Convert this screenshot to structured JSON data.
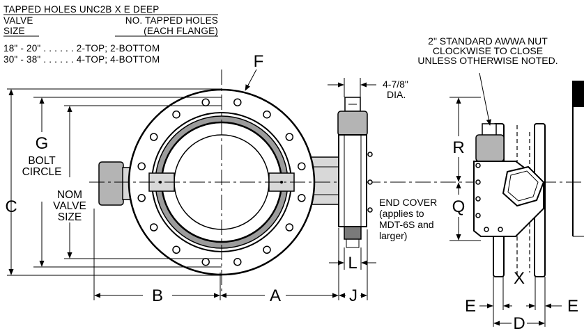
{
  "table": {
    "title": "TAPPED HOLES UNC2B X E DEEP",
    "col1_line1": "VALVE",
    "col1_line2": "SIZE",
    "col2_line1": "NO. TAPPED HOLES",
    "col2_line2": "(EACH FLANGE)",
    "rows": [
      "18\" - 20\" . . . . . . 2-TOP; 2-BOTTOM",
      "30\" - 38\" . . . . . . 4-TOP; 4-BOTTOM"
    ]
  },
  "labels": {
    "F": "F",
    "G": "G",
    "bolt": "BOLT",
    "circle": "CIRCLE",
    "C": "C",
    "nom": "NOM",
    "valve": "VALVE",
    "size": "SIZE",
    "B": "B",
    "A": "A",
    "J": "J",
    "L": "L",
    "R": "R",
    "Q": "Q",
    "X": "X",
    "D": "D",
    "E_left": "E",
    "E_right": "E"
  },
  "notes": {
    "nut_line1": "2\" STANDARD AWWA NUT",
    "nut_line2": "CLOCKWISE TO CLOSE",
    "nut_line3": "UNLESS OTHERWISE NOTED.",
    "dia_line1": "4-7/8\"",
    "dia_line2": "DIA.",
    "endcover_line1": "END COVER",
    "endcover_line2": "(applies to",
    "endcover_line3": "MDT-6S and",
    "endcover_line4": "larger)"
  }
}
